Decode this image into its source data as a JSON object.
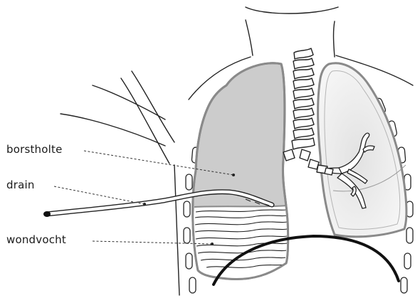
{
  "labels": {
    "borstholte": "borstholte",
    "drain": "drain",
    "wondvocht": "wondvocht"
  },
  "colors": {
    "outline": "#222222",
    "lung_fill_left": "#cccccc",
    "lung_fill_right": "#ededed",
    "lung_border": "#8a8a8a",
    "leader_line": "#333333"
  }
}
